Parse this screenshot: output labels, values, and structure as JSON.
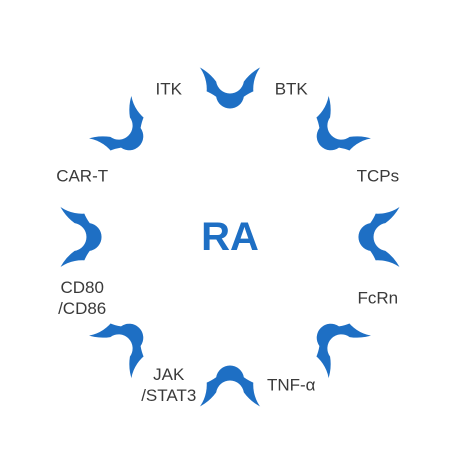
{
  "center": {
    "label": "RA"
  },
  "colors": {
    "ring": "#1e6fc4",
    "node_fill": "#ffffff",
    "node_text": "#3a3a3a",
    "center_text": "#1e6fc4"
  },
  "nodes": [
    {
      "lines": [
        "ITK"
      ]
    },
    {
      "lines": [
        "BTK"
      ]
    },
    {
      "lines": [
        "TCPs"
      ]
    },
    {
      "lines": [
        "FcRn"
      ]
    },
    {
      "lines": [
        "TNF-α"
      ]
    },
    {
      "lines": [
        "JAK",
        "/STAT3"
      ]
    },
    {
      "lines": [
        "CD80",
        "/CD86"
      ]
    },
    {
      "lines": [
        "CAR-T"
      ]
    }
  ]
}
